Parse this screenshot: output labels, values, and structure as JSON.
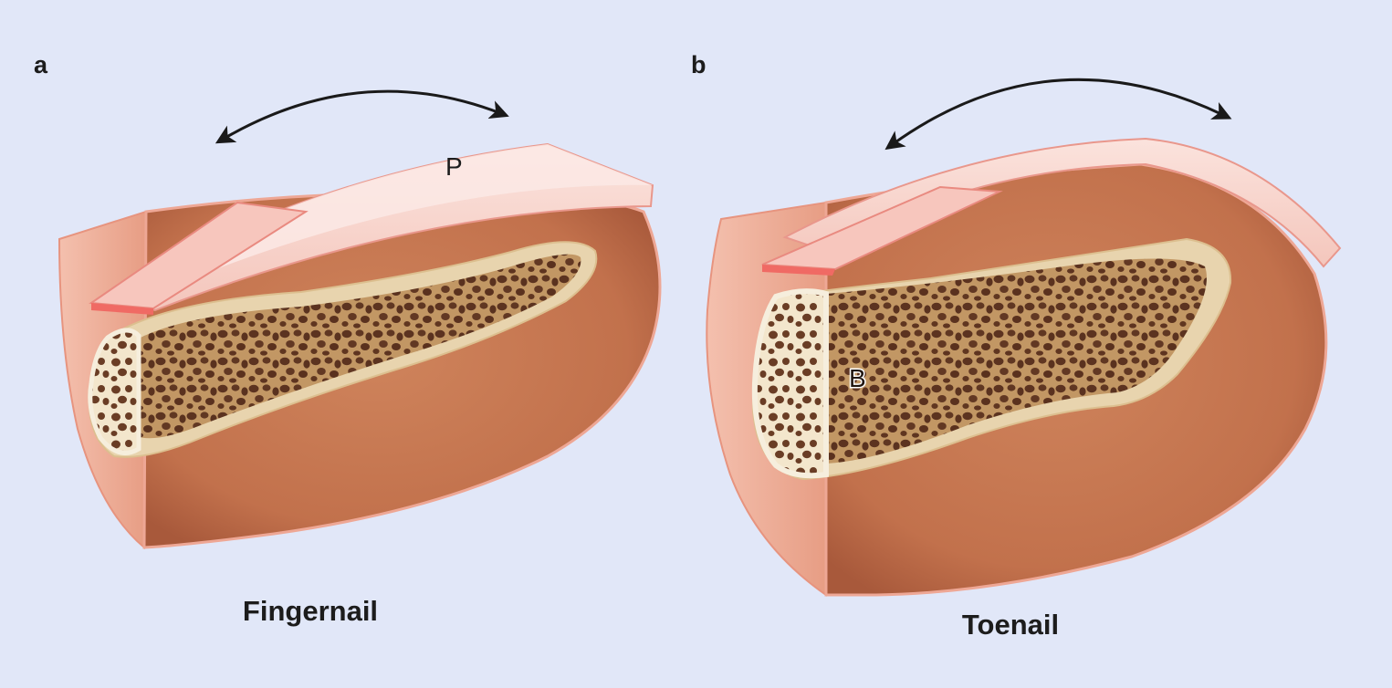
{
  "panels": [
    {
      "letter": "a",
      "caption": "Fingernail",
      "part_label": "P"
    },
    {
      "letter": "b",
      "caption": "Toenail",
      "part_label": "B"
    }
  ],
  "colors": {
    "background": "#e1e7f8",
    "soft_tissue": "#c87a55",
    "soft_tissue_dark": "#a3563a",
    "skin_edge": "#eeb1a0",
    "nail_plate": "#f8d9d3",
    "nail_plate_edge": "#e98e84",
    "cuticle": "#f06a64",
    "bone_cortex": "#f5ebd5",
    "bone_marrow": "#c49a62",
    "bone_pore": "#5e3520",
    "arrow": "#1a1a1a"
  }
}
